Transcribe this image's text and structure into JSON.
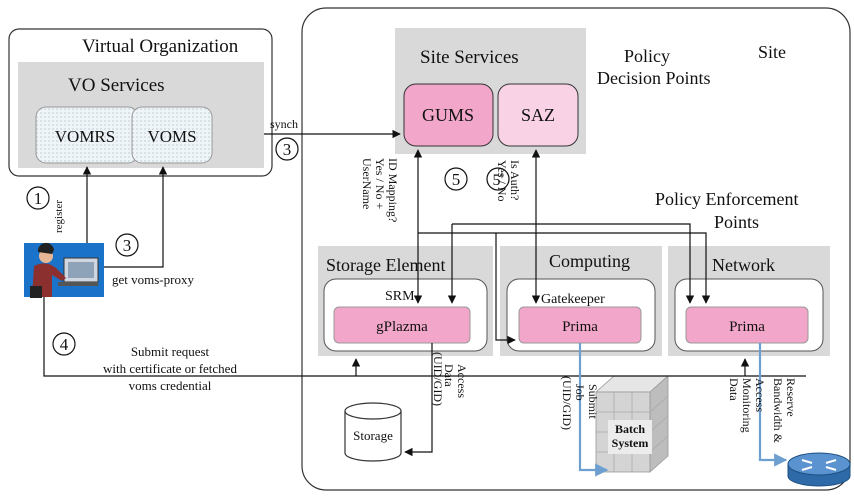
{
  "vo": {
    "title": "Virtual Organization",
    "services_title": "VO Services",
    "vomrs": "VOMRS",
    "voms": "VOMS"
  },
  "site": {
    "title": "Site",
    "pdp": "Policy Decision Points",
    "pep_line1": "Policy Enforcement",
    "pep_line2": "Points",
    "services_title": "Site Services",
    "gums": "GUMS",
    "saz": "SAZ"
  },
  "storage": {
    "title": "Storage Element",
    "srm": "SRM",
    "gplazma": "gPlazma",
    "disk": "Storage"
  },
  "computing": {
    "title": "Computing",
    "gatekeeper": "Gatekeeper",
    "prima": "Prima",
    "batch_line1": "Batch",
    "batch_line2": "System"
  },
  "network": {
    "title": "Network",
    "prima": "Prima"
  },
  "labels": {
    "synch": "synch",
    "register": "register",
    "get_voms_proxy": "get voms-proxy",
    "submit_line1": "Submit request",
    "submit_line2": "with certificate or fetched",
    "submit_line3": "voms credential",
    "id_mapping_line1": "ID Mapping?",
    "id_mapping_line2": "Yes / No +",
    "id_mapping_line3": "UserName",
    "is_auth_line1": "Is Auth?",
    "is_auth_line2": "Yes / No",
    "access_data_line1": "Access",
    "access_data_line2": "Data",
    "access_data_line3": "(UID/GID)",
    "submit_job_line1": "Submit",
    "submit_job_line2": "Job",
    "submit_job_line3": "(UID/GID)",
    "access_monitoring_line1": "Access",
    "access_monitoring_line2": "Monitoring",
    "access_monitoring_line3": "Data",
    "reserve_line1": "Reserve",
    "reserve_line2": "Bandwidth &"
  },
  "steps": {
    "s1": "1",
    "s3a": "3",
    "s3b": "3",
    "s4": "4",
    "s5": "5",
    "s5p": "5'"
  },
  "colors": {
    "panel_gray": "#d9d9d9",
    "pink_dark": "#f2a6c9",
    "pink_light": "#f9d3e5",
    "vo_box": "#f1f5f7",
    "line": "#111111",
    "blue": "#6e9fd1"
  }
}
